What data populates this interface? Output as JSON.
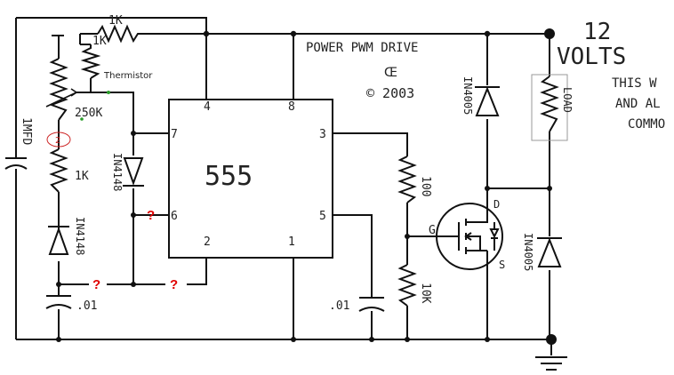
{
  "title": "POWER PWM DRIVE",
  "author_mark": "Œ",
  "copyright": "© 2003",
  "supply": {
    "voltage": "12",
    "unit": "VOLTS"
  },
  "side_note": [
    "THIS W",
    "AND AL",
    "COMMO"
  ],
  "ic": {
    "label": "555",
    "pins": {
      "p4": "4",
      "p8": "8",
      "p7": "7",
      "p3": "3",
      "p6": "6",
      "p5": "5",
      "p2": "2",
      "p1": "1"
    }
  },
  "components": {
    "r_top": "1K",
    "r_thermistor": "1K",
    "thermistor_note": "Thermistor",
    "pot": "250K",
    "pot_marker": "2",
    "r_lower": "1K",
    "d_left": "IN4148",
    "d_mid": "IN4148",
    "c_timing": "1MFD",
    "c_bottom_left": ".01",
    "c_ctrl": ".01",
    "r_gate": "100",
    "r_pulldown": "10K",
    "d_flyback": "IN4005",
    "d_mosfet": "IN4005",
    "load": "LOAD",
    "mosfet_g": "G",
    "mosfet_d": "D",
    "mosfet_s": "S"
  },
  "question_marks": [
    "?",
    "?",
    "?"
  ],
  "colors": {
    "ink": "#111111",
    "question": "#e00000",
    "marker": "#cc2222",
    "load_box": "#999999"
  }
}
